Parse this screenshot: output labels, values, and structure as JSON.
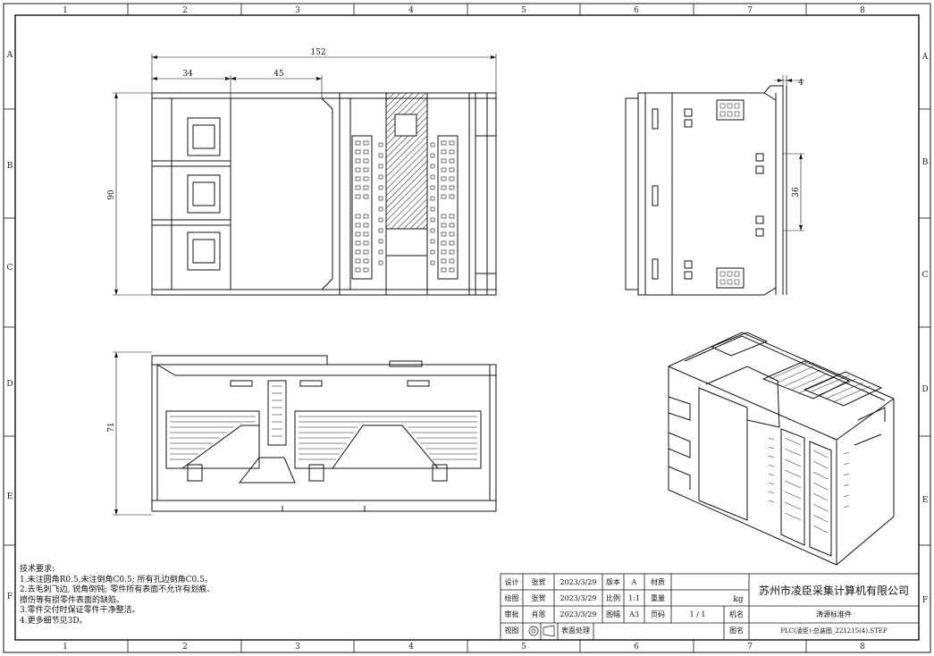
{
  "frame": {
    "columns": [
      "1",
      "2",
      "3",
      "4",
      "5",
      "6",
      "7",
      "8"
    ],
    "rows": [
      "A",
      "B",
      "C",
      "D",
      "E",
      "F"
    ]
  },
  "dimensions": {
    "overall_width": "152",
    "left_offset": "34",
    "second_offset": "45",
    "height_front": "90",
    "height_bottom": "71",
    "side_offset": "4",
    "side_height": "36"
  },
  "notes": {
    "heading": "技术要求:",
    "lines": [
      "1.未注圆角R0.5,未注倒角C0.5; 所有孔边倒角C0.5。",
      "2.去毛刺飞边, 锐角倒钝; 零件所有表面不允许有划痕、",
      "擦伤等有损零件表面的缺陷。",
      "3.零件交付时保证零件干净整洁。",
      "4.更多细节见3D。"
    ]
  },
  "title_block": {
    "design_label": "设计",
    "design_name": "张贺",
    "design_date": "2023/3/29",
    "version_label": "版本",
    "version_value": "A",
    "material_label": "材质",
    "drawing_label": "绘图",
    "drawing_name": "张贺",
    "drawing_date": "2023/3/29",
    "scale_label": "比例",
    "scale_value": "1:1",
    "weight_label": "重量",
    "weight_unit": "kg",
    "check_label": "审批",
    "check_name": "肖恩",
    "check_date": "2023/3/29",
    "size_label": "图幅",
    "size_value": "A3",
    "page_label": "页码",
    "page_value": "1 / 1",
    "part_label": "机名",
    "part_value": "涛源标准件",
    "view_label": "视图",
    "surface_label": "表面处理",
    "drawing_name_label": "图名",
    "drawing_name_value": "PLC(凌臣)-总装图_221215(4).STEP",
    "company": "苏州市凌臣采集计算机有限公司"
  }
}
